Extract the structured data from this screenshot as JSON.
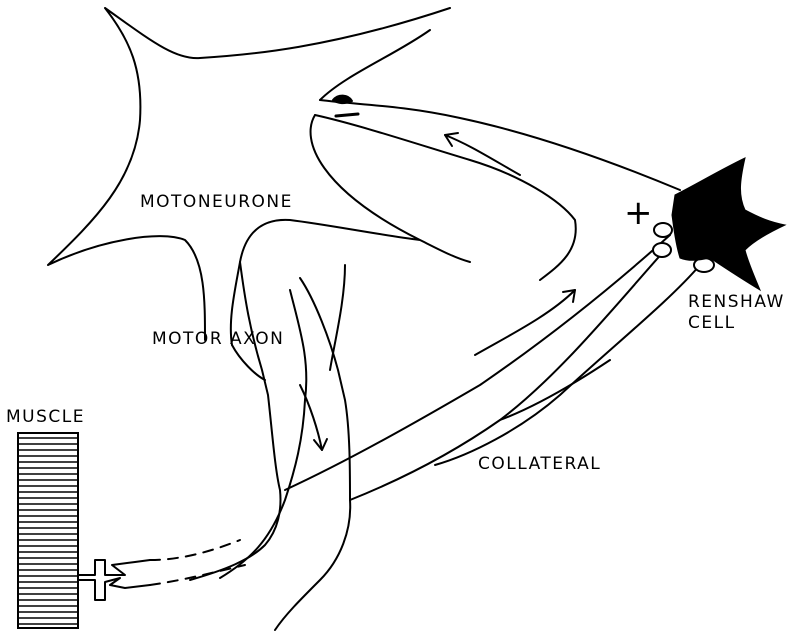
{
  "labels": {
    "motoneurone": "MOTONEURONE",
    "motor_axon": "MOTOR AXON",
    "muscle": "MUSCLE",
    "collateral": "COLLATERAL",
    "renshaw_line1": "RENSHAW",
    "renshaw_line2": "CELL"
  },
  "signs": {
    "excitatory": "+",
    "inhibitory": "–"
  },
  "colors": {
    "ink": "#000000",
    "background": "#ffffff"
  }
}
